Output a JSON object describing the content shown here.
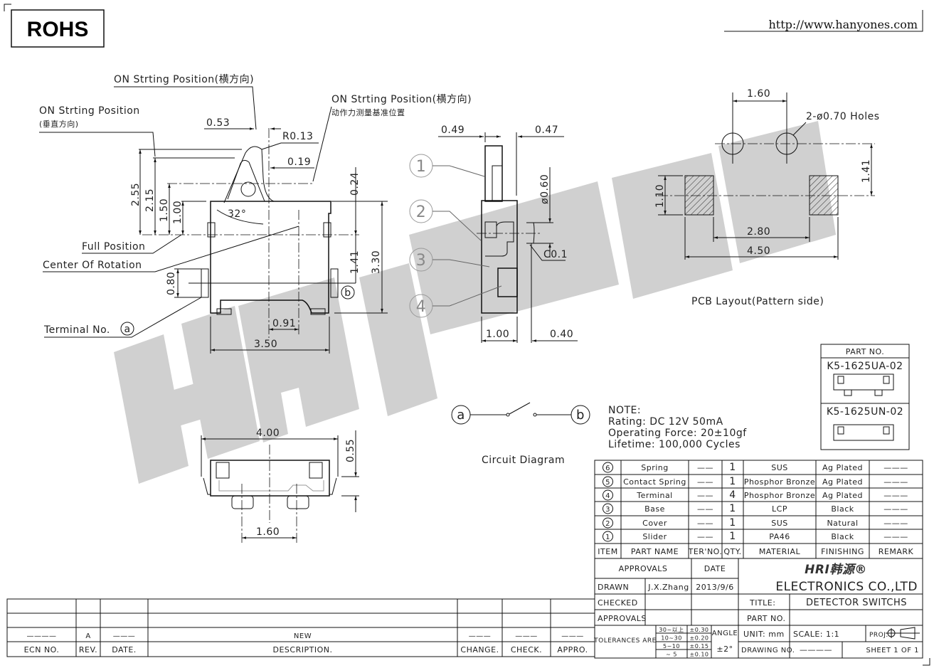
{
  "header": {
    "rohs": "ROHS",
    "url": "http://www.hanyones.com"
  },
  "watermark": {
    "logo": "HRI 韩源"
  },
  "front_view": {
    "on_pos_horizontal": "ON Strting Position(横方向)",
    "on_pos_vertical": "ON Strting Position",
    "on_pos_vertical_cn": "(垂直方向)",
    "on_pos_force": "ON Strting Position(横方向)",
    "on_pos_force_cn": "动作力测量基准位置",
    "full_position": "Full Position",
    "center_rotation": "Center Of Rotation",
    "terminal_no": "Terminal No.",
    "terminal_a": "a",
    "terminal_b": "b",
    "dims": {
      "d053": "0.53",
      "r013": "R0.13",
      "d019": "0.19",
      "d255": "2.55",
      "d215": "2.15",
      "d150": "1.50",
      "d100": "1.00",
      "d024": "0.24",
      "d141": "1.41",
      "d330": "3.30",
      "d080": "0.80",
      "d091": "0.91",
      "d350": "3.50",
      "angle": "32°"
    }
  },
  "side_view": {
    "balloons": [
      "1",
      "2",
      "3",
      "4"
    ],
    "dims": {
      "d049": "0.49",
      "d047": "0.47",
      "phi060": "ø0.60",
      "c01": "C0.1",
      "d100": "1.00",
      "d040": "0.40"
    }
  },
  "pcb_layout": {
    "title": "PCB Layout(Pattern side)",
    "dims": {
      "d160": "1.60",
      "holes": "2-ø0.70 Holes",
      "d141": "1.41",
      "d110": "1.10",
      "d280": "2.80",
      "d450": "4.50"
    }
  },
  "bottom_view": {
    "dims": {
      "d400": "4.00",
      "d055": "0.55",
      "d160": "1.60"
    }
  },
  "circuit": {
    "a": "a",
    "b": "b",
    "title": "Circuit Diagram"
  },
  "notes": {
    "heading": "NOTE:",
    "lines": [
      "Rating: DC 12V 50mA",
      "Operating Force: 20±10gf",
      "Lifetime:   100,000 Cycles"
    ]
  },
  "part_no_box": {
    "header": "PART NO.",
    "items": [
      "K5-1625UA-02",
      "K5-1625UN-02"
    ]
  },
  "bom": {
    "rows": [
      {
        "item": "6",
        "name": "Spring",
        "ter": "——",
        "qty": "1",
        "material": "SUS",
        "finishing": "Ag Plated",
        "remark": "———"
      },
      {
        "item": "5",
        "name": "Contact Spring",
        "ter": "——",
        "qty": "1",
        "material": "Phosphor Bronze",
        "finishing": "Ag Plated",
        "remark": "———"
      },
      {
        "item": "4",
        "name": "Terminal",
        "ter": "——",
        "qty": "4",
        "material": "Phosphor Bronze",
        "finishing": "Ag Plated",
        "remark": "———"
      },
      {
        "item": "3",
        "name": "Base",
        "ter": "——",
        "qty": "1",
        "material": "LCP",
        "finishing": "Black",
        "remark": "———"
      },
      {
        "item": "2",
        "name": "Cover",
        "ter": "——",
        "qty": "1",
        "material": "SUS",
        "finishing": "Natural",
        "remark": "———"
      },
      {
        "item": "1",
        "name": "Slider",
        "ter": "——",
        "qty": "1",
        "material": "PA46",
        "finishing": "Black",
        "remark": "———"
      }
    ],
    "headers": {
      "item": "ITEM",
      "name": "PART NAME",
      "ter": "TER'NO.",
      "qty": "QTY.",
      "material": "MATERIAL",
      "finishing": "FINISHING",
      "remark": "REMARK"
    }
  },
  "title_block": {
    "approvals_header": "APPROVALS",
    "date_header": "DATE",
    "drawn": "DRAWN",
    "drawn_by": "J.X.Zhang",
    "drawn_date": "2013/9/6",
    "checked": "CHECKED",
    "approvals": "APPROVALS",
    "company_logo": "HRI韩源®",
    "company": "ELECTRONICS  CO.,LTD",
    "title_label": "TITLE:",
    "title": "DETECTOR  SWITCHS",
    "part_no_label": "PART  NO.",
    "part_no": "",
    "tolerances_label": "TOLERANCES  ARE",
    "tolerances": [
      {
        "range": "30~以上",
        "tol": "±0.30"
      },
      {
        "range": "10~30",
        "tol": "±0.20"
      },
      {
        "range": "5~10",
        "tol": "±0.15"
      },
      {
        "range": "~ 5",
        "tol": "±0.10"
      }
    ],
    "angle_label": "ANGLE",
    "angle_tol": "±2°",
    "unit": "UNIT:  mm",
    "scale": "SCALE:   1:1",
    "proj": "PROJ.",
    "drawing_no_label": "DRAWING  NO.",
    "drawing_no": "————",
    "sheet": "SHEET   1  OF  1"
  },
  "revision": {
    "row": {
      "ecn": "————",
      "rev": "A",
      "date": "———",
      "description": "NEW",
      "change": "———",
      "check": "———",
      "appro": "———"
    },
    "headers": {
      "ecn": "ECN  NO.",
      "rev": "REV.",
      "date": "DATE.",
      "description": "DESCRIPTION.",
      "change": "CHANGE.",
      "check": "CHECK.",
      "appro": "APPRO."
    }
  }
}
